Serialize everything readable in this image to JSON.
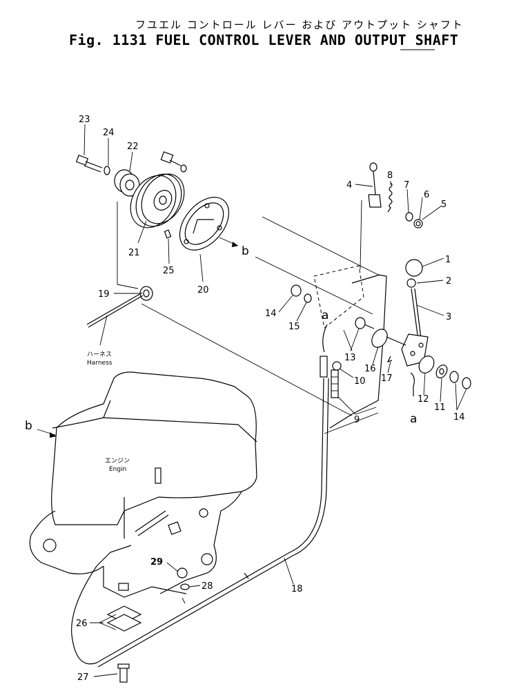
{
  "title": {
    "japanese": "フユエル コントロール レバー および アウトプット シャフト",
    "english": "Fig. 1131 FUEL CONTROL LEVER AND OUTPUT SHAFT"
  },
  "labels": {
    "harness_jp": "ハーネス",
    "harness_en": "Harness",
    "engine_jp": "エンジン",
    "engine_en": "Engin",
    "ref_b_1": "b",
    "ref_b_2": "b",
    "ref_a_1": "a",
    "ref_a_2": "a"
  },
  "parts": {
    "p1": "1",
    "p2": "2",
    "p3": "3",
    "p4": "4",
    "p5": "5",
    "p6": "6",
    "p7": "7",
    "p8": "8",
    "p9": "9",
    "p10": "10",
    "p11": "11",
    "p12": "12",
    "p13": "13",
    "p14a": "14",
    "p14b": "14",
    "p15": "15",
    "p16": "16",
    "p17": "17",
    "p18": "18",
    "p19": "19",
    "p20": "20",
    "p21": "21",
    "p22": "22",
    "p23": "23",
    "p24": "24",
    "p25": "25",
    "p26": "26",
    "p27": "27",
    "p28": "28",
    "p29": "29"
  }
}
